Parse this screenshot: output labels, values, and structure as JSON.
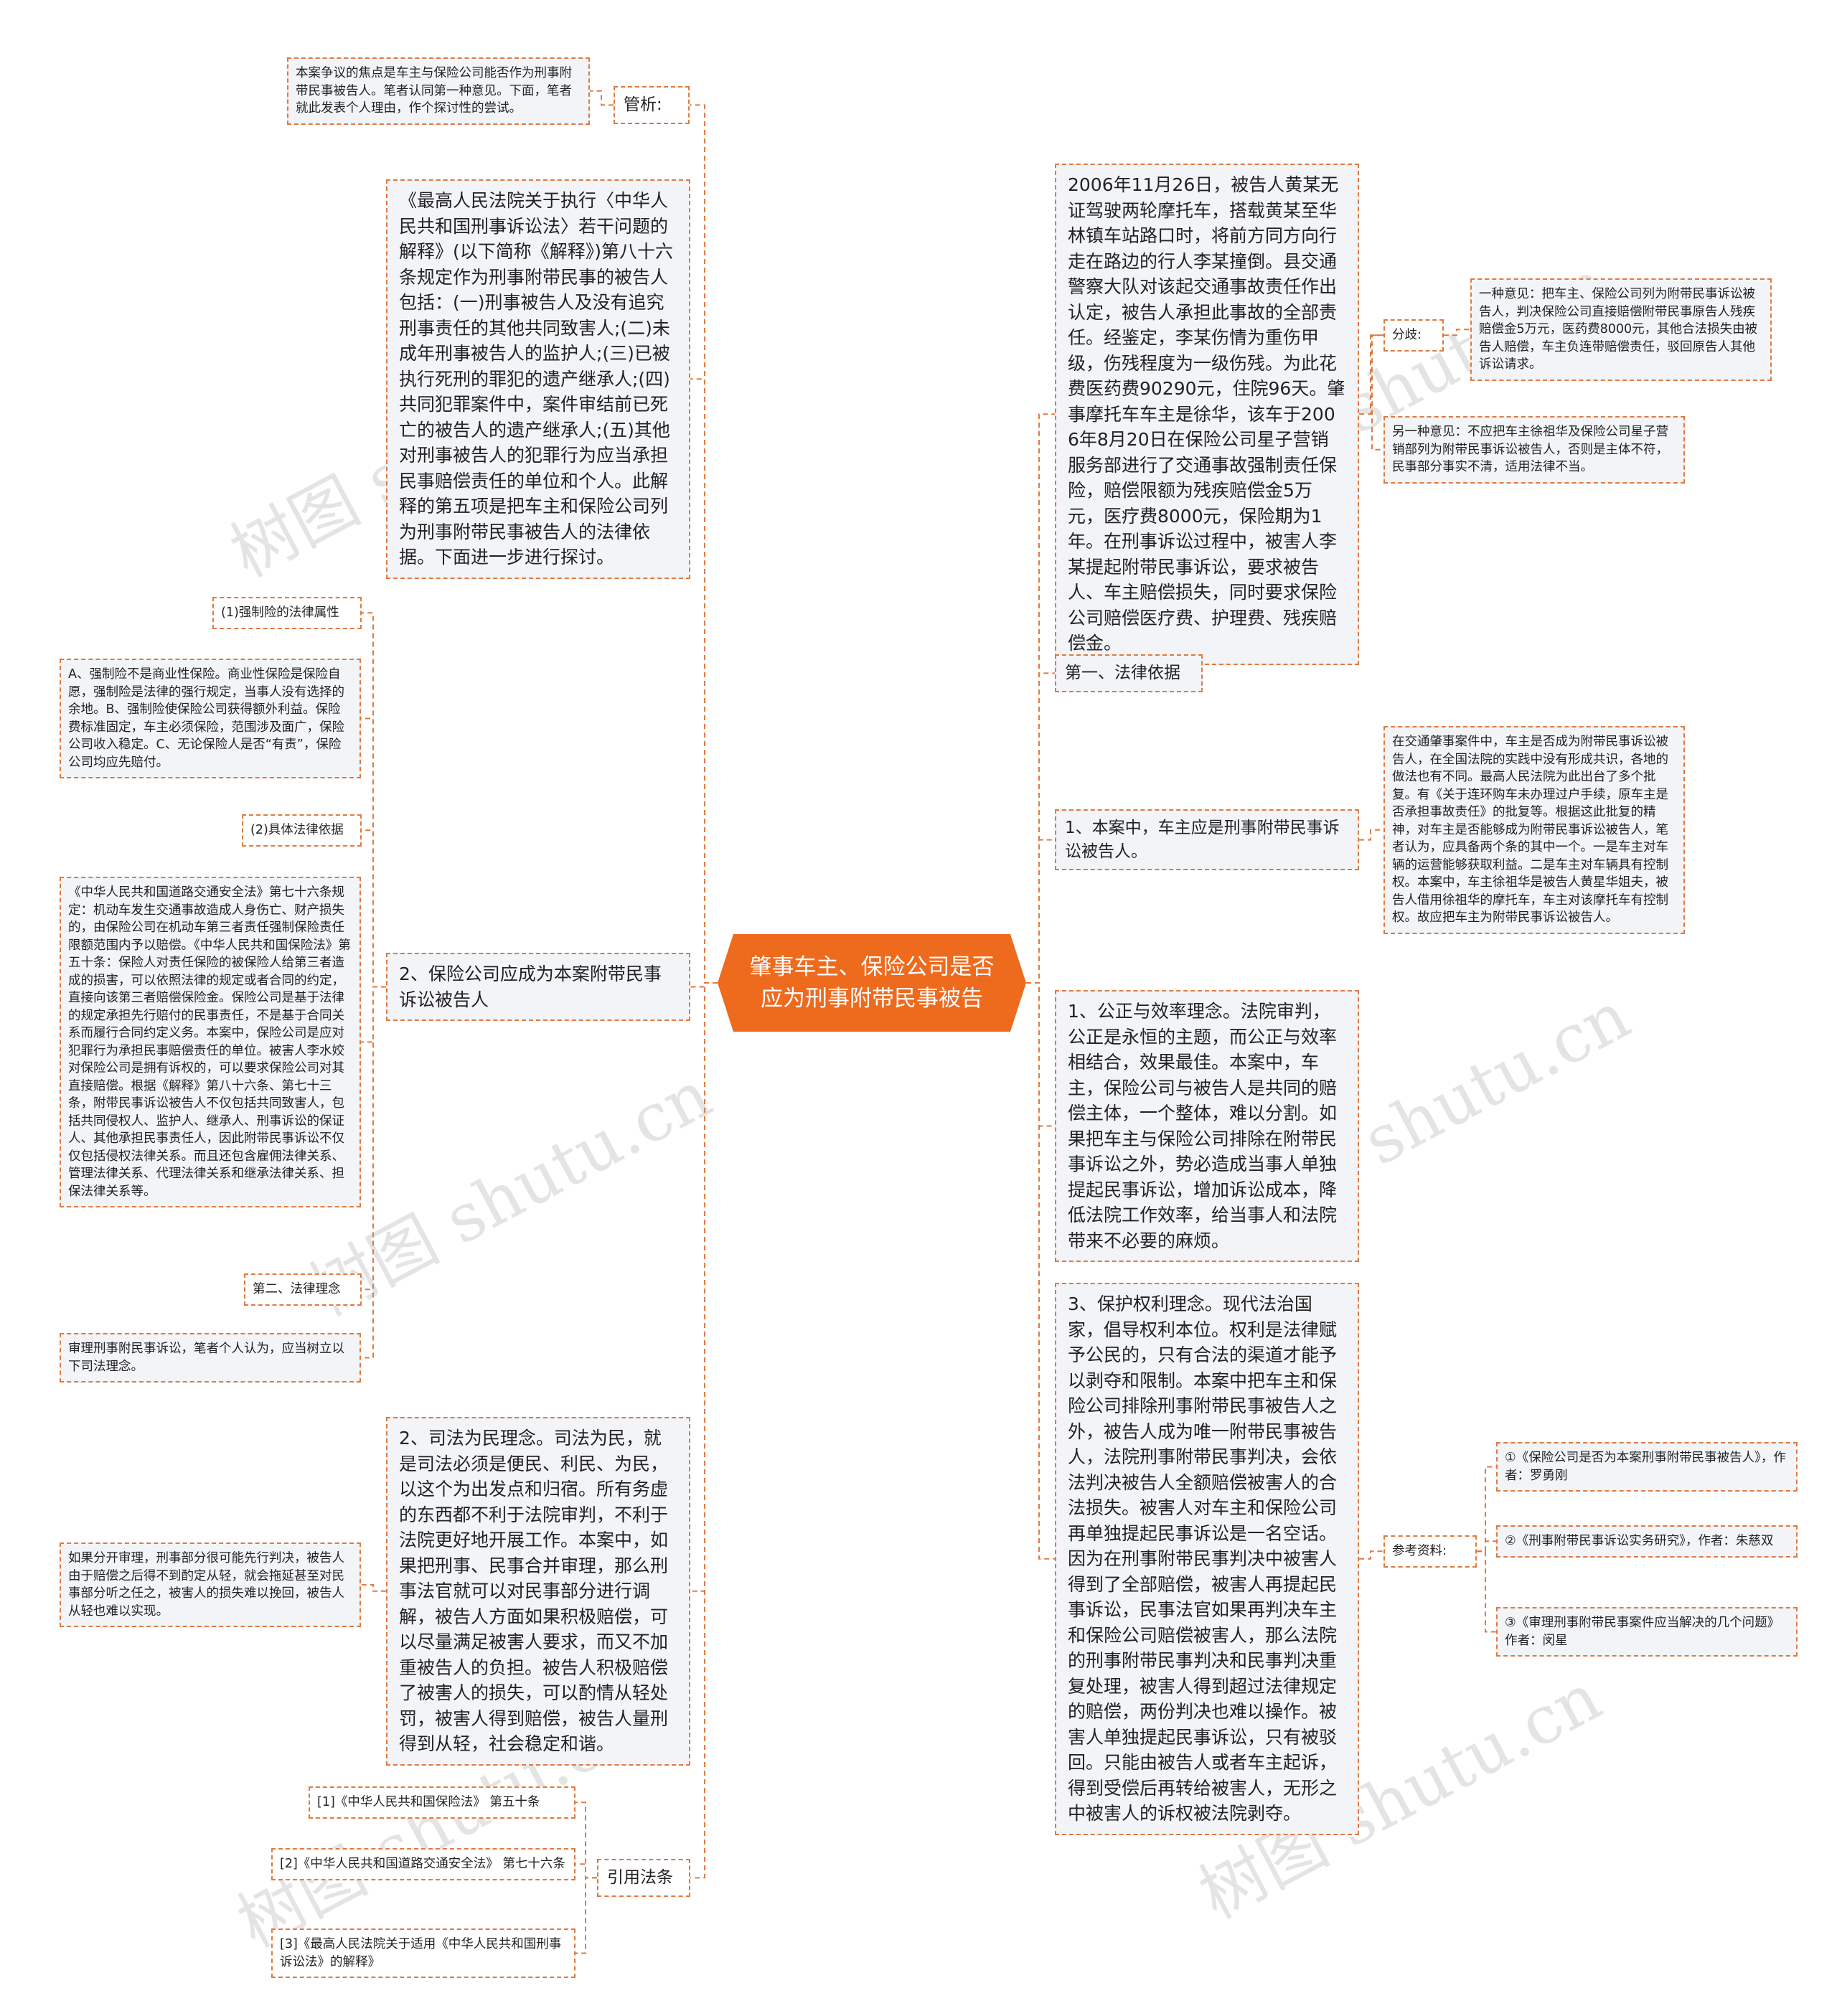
{
  "center": "肇事车主、保险公司是否应为刑事附带民事被告",
  "watermark": "树图 shutu.cn",
  "left": {
    "analysis_label": "管析:",
    "analysis_text": "本案争议的焦点是车主与保险公司能否作为刑事附带民事被告人。笔者认同第一种意见。下面，笔者就此发表个人理由，作个探讨性的尝试。",
    "interpretation_text": "《最高人民法院关于执行〈中华人民共和国刑事诉讼法〉若干问题的解释》(以下简称《解释》)第八十六条规定作为刑事附带民事的被告人包括：(一)刑事被告人及没有追究刑事责任的其他共同致害人;(二)未成年刑事被告人的监护人;(三)已被执行死刑的罪犯的遗产继承人;(四)共同犯罪案件中，案件审结前已死亡的被告人的遗产继承人;(五)其他对刑事被告人的犯罪行为应当承担民事赔偿责任的单位和个人。此解释的第五项是把车主和保险公司列为刑事附带民事被告人的法律依据。下面进一步进行探讨。",
    "insurer_heading": "2、保险公司应成为本案附带民事诉讼被告人",
    "insurer_children": {
      "c1_label": "(1)强制险的法律属性",
      "c1_text": "A、强制险不是商业性保险。商业性保险是保险自愿，强制险是法律的强行规定，当事人没有选择的余地。B、强制险使保险公司获得额外利益。保险费标准固定，车主必须保险，范围涉及面广，保险公司收入稳定。C、无论保险人是否“有责”，保险公司均应先赔付。",
      "c2_label": "(2)具体法律依据",
      "c2_text": "《中华人民共和国道路交通安全法》第七十六条规定：机动车发生交通事故造成人身伤亡、财产损失的，由保险公司在机动车第三者责任强制保险责任限额范围内予以赔偿。《中华人民共和国保险法》第五十条：保险人对责任保险的被保险人给第三者造成的损害，可以依照法律的规定或者合同的约定，直接向该第三者赔偿保险金。保险公司是基于法律的规定承担先行赔付的民事责任，不是基于合同关系而履行合同约定义务。本案中，保险公司是应对犯罪行为承担民事赔偿责任的单位。被害人李水姣对保险公司是拥有诉权的，可以要求保险公司对其直接赔偿。根据《解释》第八十六条、第七十三条，附带民事诉讼被告人不仅包括共同致害人，包括共同侵权人、监护人、继承人、刑事诉讼的保证人、其他承担民事责任人，因此附带民事诉讼不仅仅包括侵权法律关系。而且还包含雇佣法律关系、管理法律关系、代理法律关系和继承法律关系、担保法律关系等。",
      "c3_label": "第二、法律理念",
      "c3_text": "审理刑事附民事诉讼，笔者个人认为，应当树立以下司法理念。"
    },
    "justice_text": "2、司法为民理念。司法为民，就是司法必须是便民、利民、为民，以这个为出发点和归宿。所有务虚的东西都不利于法院审判，不利于法院更好地开展工作。本案中，如果把刑事、民事合并审理，那么刑事法官就可以对民事部分进行调解，被告人方面如果积极赔偿，可以尽量满足被害人要求，而又不加重被告人的负担。被告人积极赔偿了被害人的损失，可以酌情从轻处罚，被害人得到赔偿，被告人量刑得到从轻，社会稳定和谐。",
    "justice_side": "如果分开审理，刑事部分很可能先行判决，被告人由于赔偿之后得不到酌定从轻，就会拖延甚至对民事部分听之任之，被害人的损失难以挽回，被告人从轻也难以实现。",
    "laws_label": "引用法条",
    "laws": [
      "[1]《中华人民共和国保险法》 第五十条",
      "[2]《中华人民共和国道路交通安全法》 第七十六条",
      "[3]《最高人民法院关于适用《中华人民共和国刑事诉讼法》的解释》"
    ]
  },
  "right": {
    "case_text": "2006年11月26日，被告人黄某无证驾驶两轮摩托车，搭载黄某至华林镇车站路口时，将前方同方向行走在路边的行人李某撞倒。县交通警察大队对该起交通事故责任作出认定，被告人承担此事故的全部责任。经鉴定，李某伤情为重伤甲级，伤残程度为一级伤残。为此花费医药费90290元，住院96天。肇事摩托车车主是徐华，该车于2006年8月20日在保险公司星子营销服务部进行了交通事故强制责任保险，赔偿限额为残疾赔偿金5万元，医疗费8000元，保险期为1年。在刑事诉讼过程中，被害人李某提起附带民事诉讼，要求被告人、车主赔偿损失，同时要求保险公司赔偿医疗费、护理费、残疾赔偿金。",
    "dispute_label": "分歧:",
    "opinion1": "一种意见：把车主、保险公司列为附带民事诉讼被告人，判决保险公司直接赔偿附带民事原告人残疾赔偿金5万元，医药费8000元，其他合法损失由被告人赔偿，车主负连带赔偿责任，驳回原告人其他诉讼请求。",
    "opinion2": "另一种意见：不应把车主徐祖华及保险公司星子营销部列为附带民事诉讼被告人，否则是主体不符，民事部分事实不清，适用法律不当。",
    "basis_label": "第一、法律依据",
    "owner_heading": "1、本案中，车主应是刑事附带民事诉讼被告人。",
    "owner_text": "在交通肇事案件中，车主是否成为附带民事诉讼被告人，在全国法院的实践中没有形成共识，各地的做法也有不同。最高人民法院为此出台了多个批复。有《关于连环购车未办理过户手续，原车主是否承担事故责任》的批复等。根据这此批复的精神，对车主是否能够成为附带民事诉讼被告人，笔者认为，应具备两个条的其中一个。一是车主对车辆的运营能够获取利益。二是车主对车辆具有控制权。本案中，车主徐祖华是被告人黄星华姐夫，被告人借用徐祖华的摩托车，车主对该摩托车有控制权。故应把车主为附带民事诉讼被告人。",
    "fairness_text": "1、公正与效率理念。法院审判，公正是永恒的主题，而公正与效率相结合，效果最佳。本案中，车主，保险公司与被告人是共同的赔偿主体，一个整体，难以分割。如果把车主与保险公司排除在附带民事诉讼之外，势必造成当事人单独提起民事诉讼，增加诉讼成本，降低法院工作效率，给当事人和法院带来不必要的麻烦。",
    "rights_text": "3、保护权利理念。现代法治国家，倡导权利本位。权利是法律赋予公民的，只有合法的渠道才能予以剥夺和限制。本案中把车主和保险公司排除刑事附带民事被告人之外，被告人成为唯一附带民事被告人，法院刑事附带民事判决，会依法判决被告人全额赔偿被害人的合法损失。被害人对车主和保险公司再单独提起民事诉讼是一名空话。因为在刑事附带民事判决中被害人得到了全部赔偿，被害人再提起民事诉讼，民事法官如果再判决车主和保险公司赔偿被害人，那么法院的刑事附带民事判决和民事判决重复处理，被害人得到超过法律规定的赔偿，两份判决也难以操作。被害人单独提起民事诉讼，只有被驳回。只能由被告人或者车主起诉，得到受偿后再转给被害人，无形之中被害人的诉权被法院剥夺。",
    "refs_label": "参考资料:",
    "refs": [
      "①《保险公司是否为本案刑事附带民事被告人》，作者：罗勇刚",
      "②《刑事附带民事诉讼实务研究》，作者：朱慈双",
      "③《审理刑事附带民事案件应当解决的几个问题》作者：闵星"
    ]
  },
  "colors": {
    "accent": "#ee6a1d",
    "border": "#e07a3f",
    "box_bg": "#f2f4f7"
  }
}
